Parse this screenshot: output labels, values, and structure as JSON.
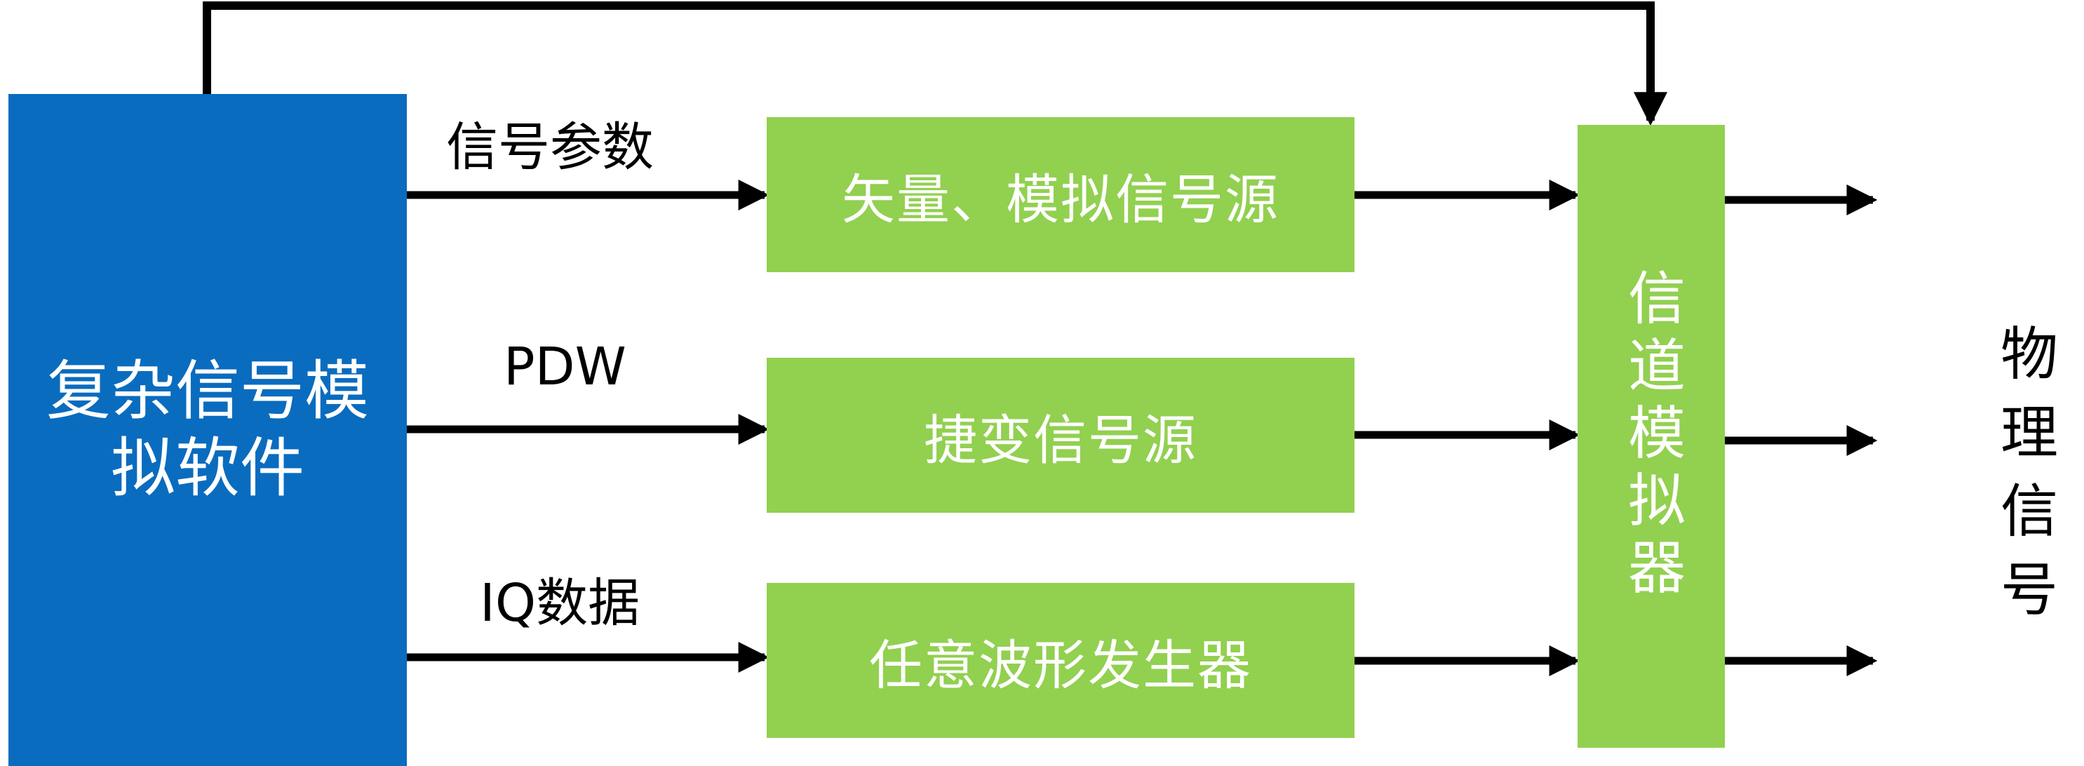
{
  "colors": {
    "software_box": "#0a6cbf",
    "source_box": "#92d050",
    "box_text": "#ffffff",
    "line": "#000000"
  },
  "software": {
    "label": "复杂信号模拟软件"
  },
  "links": {
    "signal_params": "信号参数",
    "pdw": "PDW",
    "iq_data": "IQ数据"
  },
  "sources": {
    "vector_analog": "矢量、模拟信号源",
    "agile": "捷变信号源",
    "awg": "任意波形发生器"
  },
  "channel": {
    "label": "信道模拟器"
  },
  "output": {
    "label": "物理信号"
  }
}
